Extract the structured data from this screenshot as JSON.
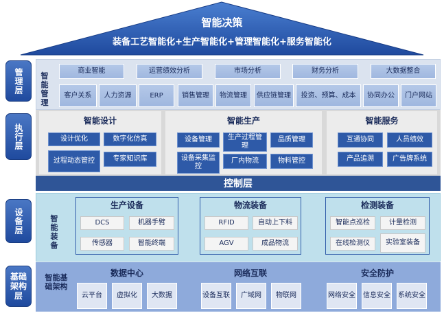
{
  "roof": {
    "title": "智能决策",
    "subtitle": "装备工艺智能化+生产智能化+管理智能化+服务智能化"
  },
  "layers": {
    "management": "管理层",
    "execution": "执行层",
    "equipment": "设备层",
    "base": "基础架构层"
  },
  "management": {
    "side_title": "智能管理",
    "row1": [
      "商业智能",
      "运营绩效分析",
      "市场分析",
      "财务分析",
      "大数据整合"
    ],
    "row2": [
      "客户关系",
      "人力资源",
      "ERP",
      "销售管理",
      "物流管理",
      "供应链管理",
      "投资、预算、成本",
      "协同办公",
      "门户网站"
    ]
  },
  "execution": {
    "design": {
      "title": "智能设计",
      "items": [
        "设计优化",
        "数字化仿真",
        "过程动态管控",
        "专家知识库"
      ]
    },
    "production": {
      "title": "智能生产",
      "items": [
        "设备管理",
        "生产过程管理",
        "品质管理",
        "设备采集监控",
        "厂内物流",
        "物料管控"
      ]
    },
    "service": {
      "title": "智能服务",
      "items": [
        "互通协同",
        "人员绩效",
        "产品追溯",
        "广告牌系统"
      ]
    }
  },
  "control": {
    "title": "控制层"
  },
  "equipment": {
    "side_title": "智能装备",
    "production": {
      "title": "生产设备",
      "items": [
        "DCS",
        "机器手臂",
        "传感器",
        "智能终端"
      ]
    },
    "logistics": {
      "title": "物流装备",
      "items": [
        "RFID",
        "自动上下料",
        "AGV",
        "成品物流"
      ]
    },
    "inspection": {
      "title": "检测装备",
      "items": [
        "智能点巡检",
        "计量检测",
        "在线检测仪",
        "实验室装备"
      ]
    }
  },
  "base": {
    "side_title": "智能基础架构",
    "datacenter": {
      "title": "数据中心",
      "items": [
        "云平台",
        "虚拟化",
        "大数据"
      ]
    },
    "network": {
      "title": "网络互联",
      "items": [
        "设备互联",
        "广域网",
        "物联网"
      ]
    },
    "security": {
      "title": "安全防护",
      "items": [
        "网络安全",
        "信息安全",
        "系统安全"
      ]
    }
  },
  "colors": {
    "roof": "#2f5fb3",
    "layer_label": "#1f4a9e",
    "control_bar": "#2f5597",
    "dark_box": "#2e5aa8"
  }
}
